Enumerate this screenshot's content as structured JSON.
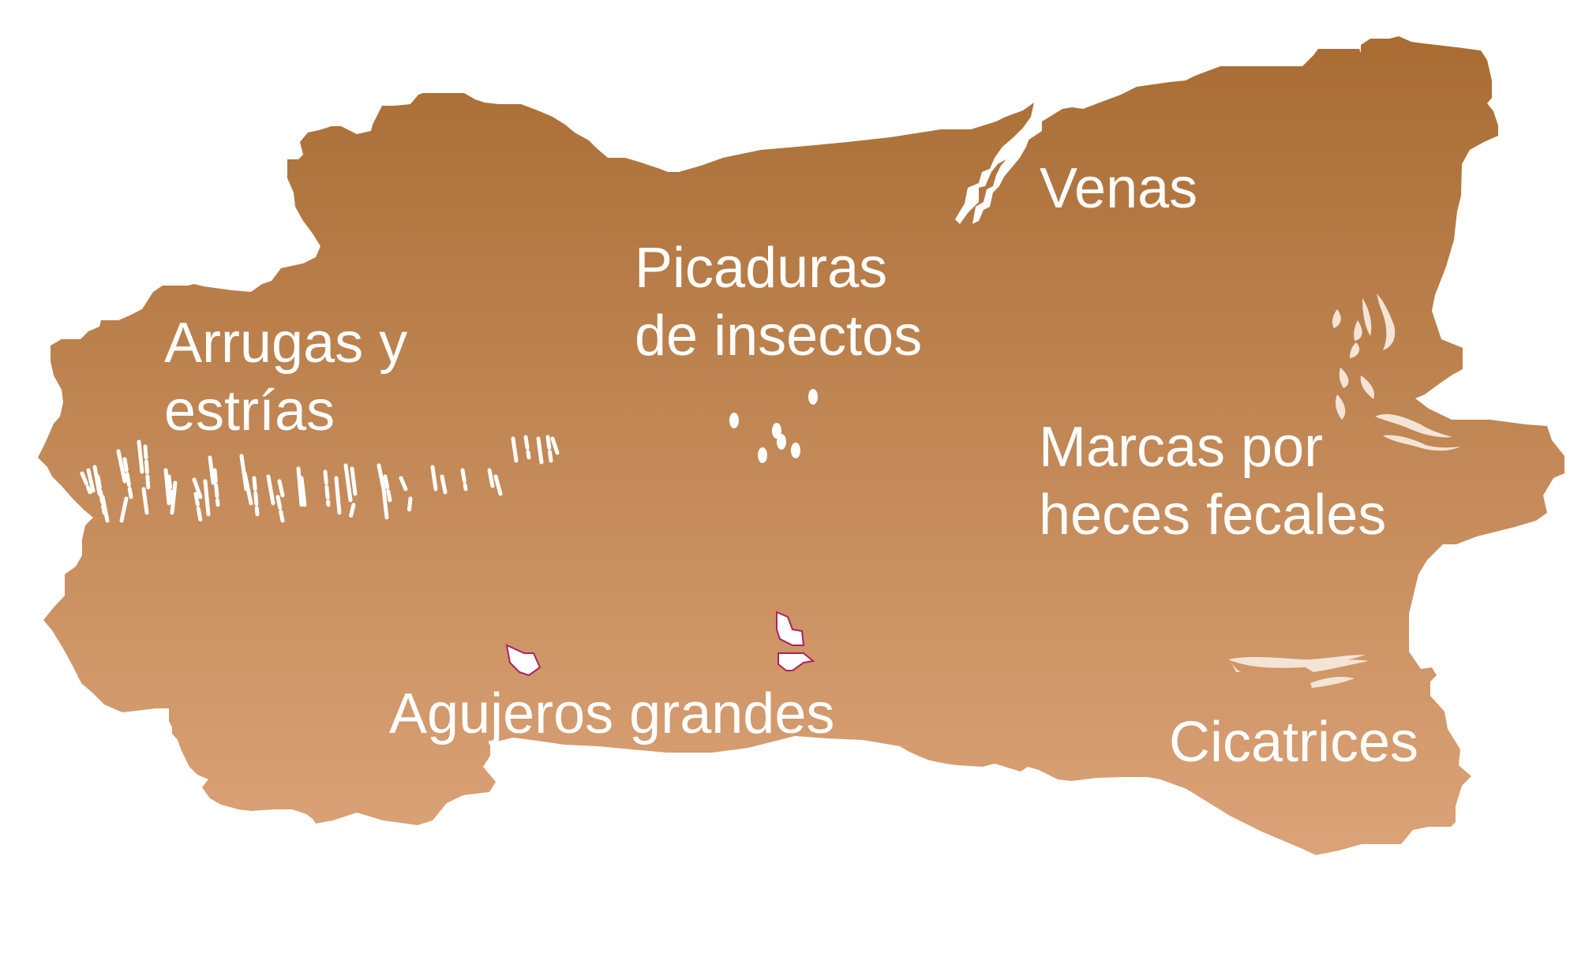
{
  "colors": {
    "hide_top": "#a86c33",
    "hide_bottom": "#dba378",
    "marks": "#ffffff",
    "scar": "#f3e4d6",
    "hole_outline": "#b0205a"
  },
  "labels": {
    "wrinkles": {
      "line1": "Arrugas y",
      "line2": "estrías"
    },
    "insect_bites": {
      "line1": "Picaduras",
      "line2": "de insectos"
    },
    "veins": "Venas",
    "manure_marks": {
      "line1": "Marcas por",
      "line2": "heces fecales"
    },
    "large_holes": "Agujeros grandes",
    "scars": "Cicatrices"
  }
}
